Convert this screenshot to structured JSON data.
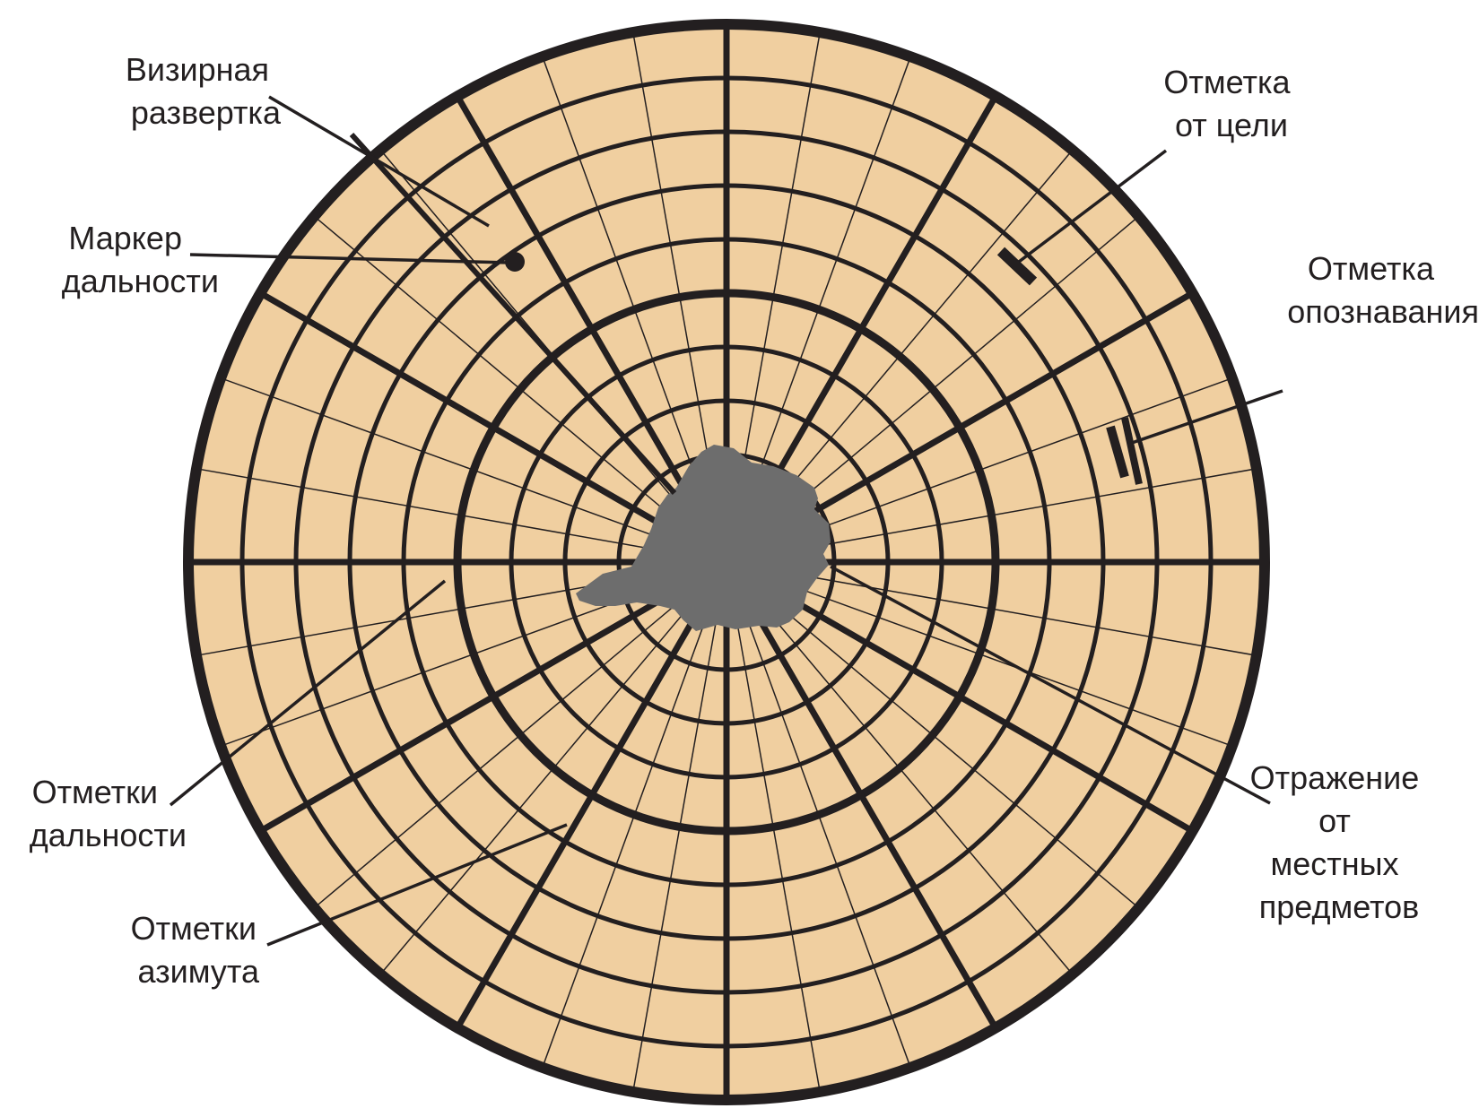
{
  "colors": {
    "screen_fill": "#f0cfa0",
    "grid_line": "#231f20",
    "ground_clutter": "#6d6d6d",
    "label_text": "#231f20"
  },
  "scope": {
    "azimuth_lines_major_deg": 30,
    "azimuth_lines_minor_deg": 10,
    "range_rings_count": 10,
    "bold_range_rings": [
      5,
      10
    ]
  },
  "labels": {
    "sweep": [
      "Визирная",
      "развертка"
    ],
    "range_marker": [
      "Маркер",
      "дальности"
    ],
    "target_mark": [
      "Отметка",
      "от цели"
    ],
    "iff_mark": [
      "Отметка",
      "опознавания"
    ],
    "range_marks": [
      "Отметки",
      "дальности"
    ],
    "azimuth_marks": [
      "Отметки",
      "азимута"
    ],
    "clutter": [
      "Отражение",
      "от",
      "местных",
      "предметов"
    ]
  }
}
